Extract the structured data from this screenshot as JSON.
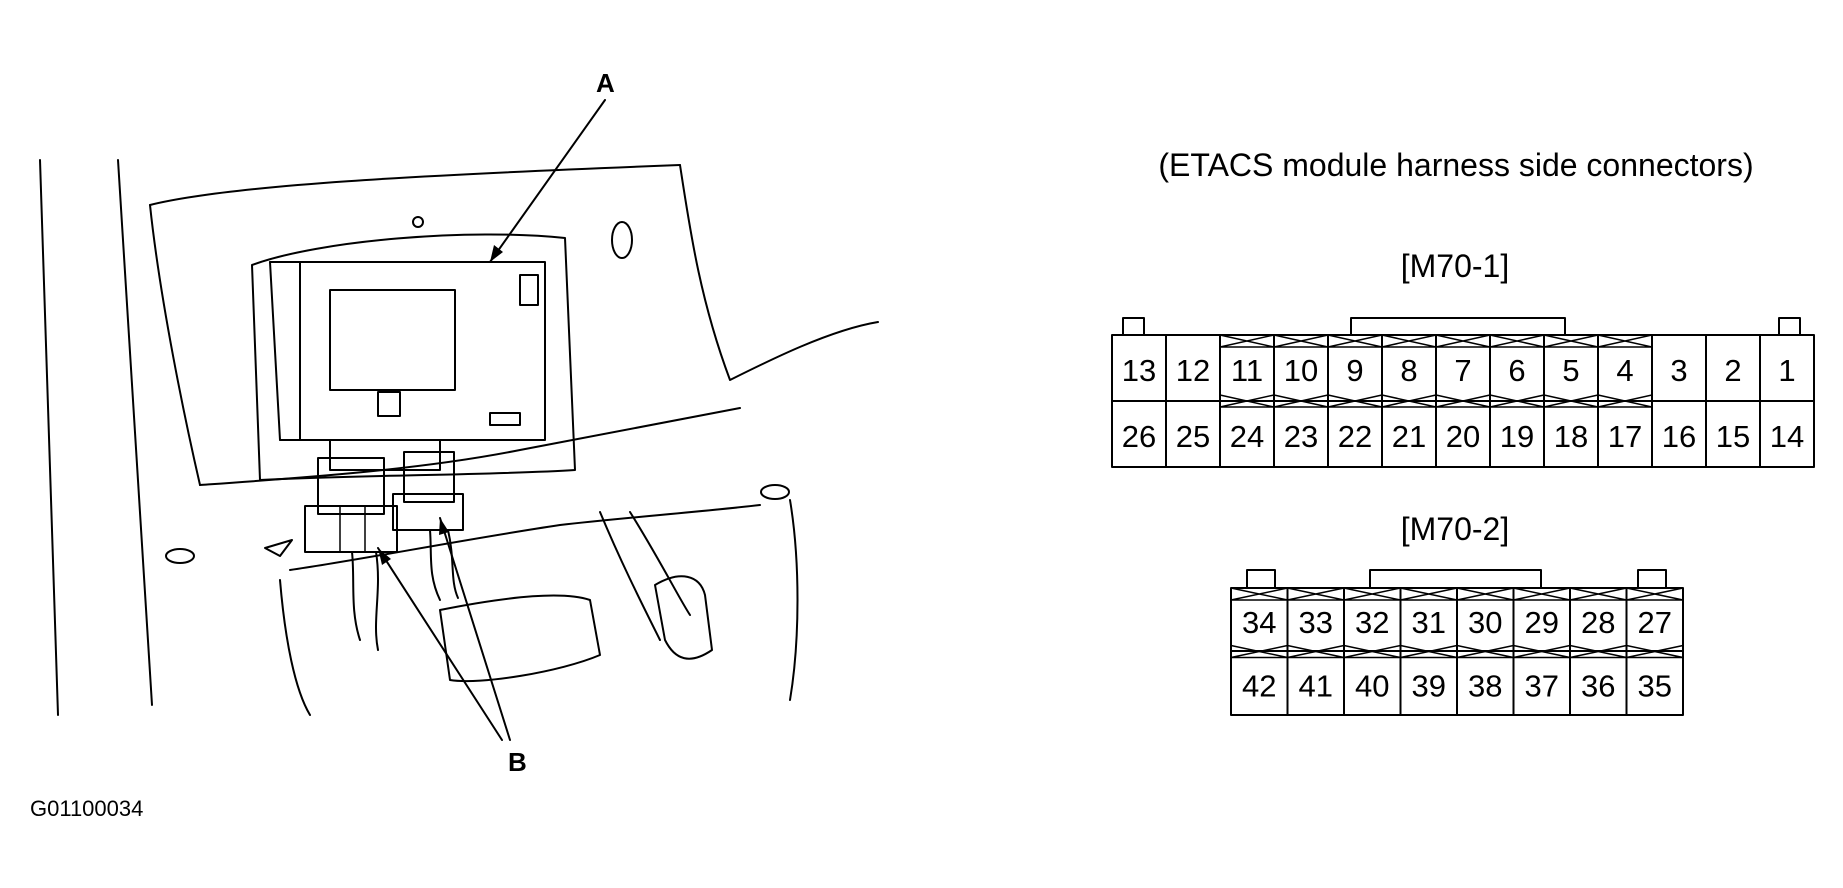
{
  "illustration": {
    "callout_a": "A",
    "callout_b": "B",
    "figure_code": "G01100034"
  },
  "connectors": {
    "heading": "(ETACS module harness side connectors)",
    "m70_1": {
      "label": "[M70-1]",
      "top_row": [
        "13",
        "12",
        "11",
        "10",
        "9",
        "8",
        "7",
        "6",
        "5",
        "4",
        "3",
        "2",
        "1"
      ],
      "bottom_row": [
        "26",
        "25",
        "24",
        "23",
        "22",
        "21",
        "20",
        "19",
        "18",
        "17",
        "16",
        "15",
        "14"
      ]
    },
    "m70_2": {
      "label": "[M70-2]",
      "top_row": [
        "34",
        "33",
        "32",
        "31",
        "30",
        "29",
        "28",
        "27"
      ],
      "bottom_row": [
        "42",
        "41",
        "40",
        "39",
        "38",
        "37",
        "36",
        "35"
      ]
    }
  }
}
